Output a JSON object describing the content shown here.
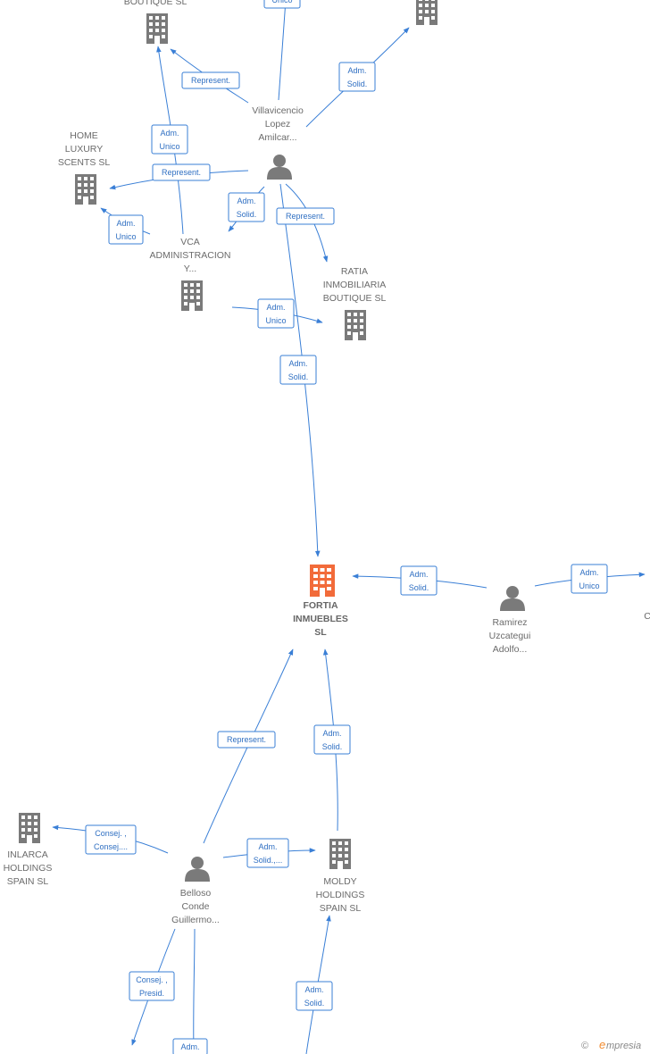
{
  "nodes": [
    {
      "id": "n_boutique_top",
      "kind": "company",
      "lines": [
        "BOUTIQUE  SL"
      ]
    },
    {
      "id": "n_company_tr",
      "kind": "company",
      "lines": []
    },
    {
      "id": "n_villavicencio",
      "kind": "person",
      "lines": [
        "Villavicencio",
        "Lopez",
        "Amilcar..."
      ]
    },
    {
      "id": "n_home_luxury",
      "kind": "company",
      "lines": [
        "HOME",
        "LUXURY",
        "SCENTS  SL"
      ]
    },
    {
      "id": "n_vca",
      "kind": "company",
      "lines": [
        "VCA",
        "ADMINISTRACION",
        "Y..."
      ]
    },
    {
      "id": "n_ratia",
      "kind": "company",
      "lines": [
        "RATIA",
        "INMOBILIARIA",
        "BOUTIQUE  SL"
      ]
    },
    {
      "id": "n_fortia",
      "kind": "focus",
      "lines": [
        "FORTIA",
        "INMUEBLES",
        "SL"
      ]
    },
    {
      "id": "n_ramirez",
      "kind": "person",
      "lines": [
        "Ramirez",
        "Uzcategui",
        "Adolfo..."
      ]
    },
    {
      "id": "n_right_edge",
      "kind": "company",
      "lines": [
        "C"
      ]
    },
    {
      "id": "n_inlarca",
      "kind": "company",
      "lines": [
        "INLARCA",
        "HOLDINGS",
        "SPAIN SL"
      ]
    },
    {
      "id": "n_belloso",
      "kind": "person",
      "lines": [
        "Belloso",
        "Conde",
        "Guillermo..."
      ]
    },
    {
      "id": "n_moldy",
      "kind": "company",
      "lines": [
        "MOLDY",
        "HOLDINGS",
        "SPAIN  SL"
      ]
    }
  ],
  "edges": [
    {
      "id": "e1",
      "lines": [
        "Unico"
      ]
    },
    {
      "id": "e2",
      "lines": [
        "Represent."
      ]
    },
    {
      "id": "e3",
      "lines": [
        "Adm.",
        "Solid."
      ]
    },
    {
      "id": "e4",
      "lines": [
        "Adm.",
        "Unico"
      ]
    },
    {
      "id": "e5",
      "lines": [
        "Represent."
      ]
    },
    {
      "id": "e6",
      "lines": [
        "Adm.",
        "Solid."
      ]
    },
    {
      "id": "e7",
      "lines": [
        "Represent."
      ]
    },
    {
      "id": "e8",
      "lines": [
        "Adm.",
        "Unico"
      ]
    },
    {
      "id": "e9",
      "lines": [
        "Adm.",
        "Unico"
      ]
    },
    {
      "id": "e10",
      "lines": [
        "Adm.",
        "Solid."
      ]
    },
    {
      "id": "e11",
      "lines": [
        "Adm.",
        "Solid."
      ]
    },
    {
      "id": "e12",
      "lines": [
        "Adm.",
        "Unico"
      ]
    },
    {
      "id": "e13",
      "lines": [
        "Represent."
      ]
    },
    {
      "id": "e14",
      "lines": [
        "Adm.",
        "Solid."
      ]
    },
    {
      "id": "e15",
      "lines": [
        "Consej. ,",
        "Consej...."
      ]
    },
    {
      "id": "e16",
      "lines": [
        "Adm.",
        "Solid.,..."
      ]
    },
    {
      "id": "e17",
      "lines": [
        "Consej. ,",
        "Presid."
      ]
    },
    {
      "id": "e18",
      "lines": [
        "Adm."
      ]
    },
    {
      "id": "e19",
      "lines": [
        "Adm.",
        "Solid."
      ]
    }
  ],
  "footer": {
    "copyright_symbol": "©",
    "brand_initial": "e",
    "brand_rest": "mpresia"
  },
  "colors": {
    "edge": "#3a7fd6",
    "company": "#7a7a7a",
    "focus": "#f26b3a",
    "person": "#7a7a7a",
    "label_text": "#2f6fc2"
  }
}
